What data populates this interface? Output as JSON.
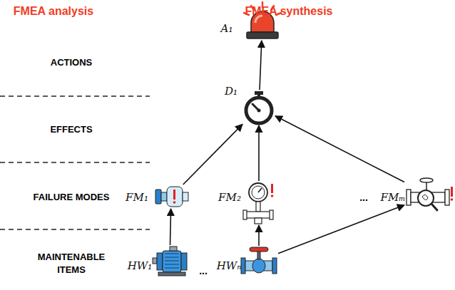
{
  "diagram": {
    "nodes": [
      {
        "text": [
          "A₁"
        ]
      },
      {
        "text": [
          "D₁"
        ]
      },
      {
        "text": [
          "FM₁"
        ]
      },
      {
        "text": [
          "FM₂"
        ]
      },
      {
        "text": [
          "FMₘ"
        ]
      },
      {
        "text": [
          "HW₁"
        ]
      },
      {
        "text": [
          "HWₙ"
        ]
      }
    ],
    "edges": [
      {
        "from": 5,
        "to": 2,
        "arrow": "to"
      },
      {
        "from": 6,
        "to": 3,
        "arrow": "to"
      },
      {
        "from": 6,
        "to": 4,
        "arrow": "to"
      },
      {
        "from": 2,
        "to": 1,
        "arrow": "to"
      },
      {
        "from": 3,
        "to": 1,
        "arrow": "to"
      },
      {
        "from": 4,
        "to": 1,
        "arrow": "to"
      },
      {
        "from": 1,
        "to": 0,
        "arrow": "to"
      }
    ],
    "labels": [
      "FMEA analysis",
      "FMEA synthesis",
      "ACTIONS",
      "EFFECTS",
      "FAILURE MODES",
      "MAINTENABLE ITEMS",
      "...",
      "..."
    ]
  }
}
